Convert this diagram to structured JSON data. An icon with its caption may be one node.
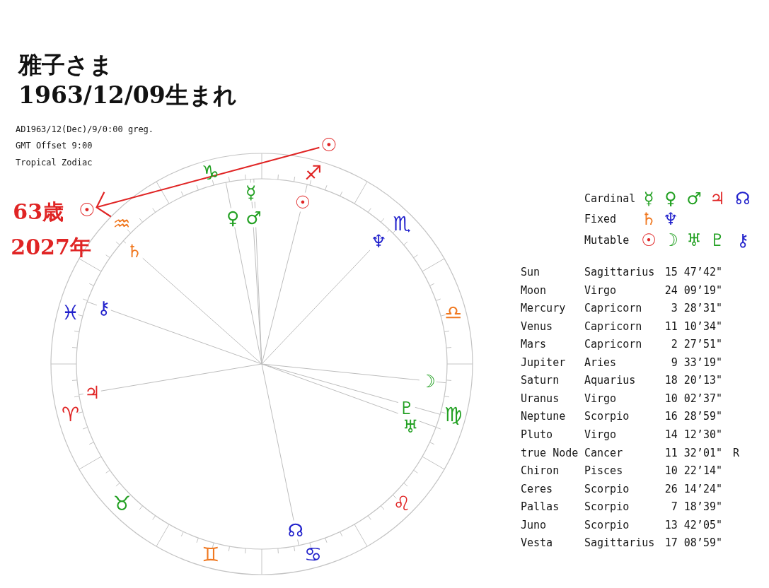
{
  "diagram": {
    "title": "雅子さま",
    "nodes": [
      {
        "text": [
          "☉"
        ]
      },
      {
        "text": [
          "☉"
        ],
        "beside": [
          "63歳",
          "2027年"
        ]
      }
    ],
    "edges": [
      {
        "from": 0,
        "to": 1,
        "arrow": "to",
        "color": "#e02424"
      }
    ],
    "labels": [
      "1963/12/09生まれ",
      "AD1963/12(Dec)/9/0:00 greg.",
      "GMT Offset 9:00",
      "Tropical Zodiac",
      "♑",
      "♐",
      "☿",
      "☉",
      "♒",
      "♀",
      "♂",
      "♏",
      "♄",
      "♆",
      "♓",
      "⚷",
      "♎",
      "♃",
      "☽",
      "♈",
      "♇",
      "♅",
      "♍",
      "♉",
      "♌",
      "☊",
      "♊",
      "♋",
      "Cardinal",
      "☿",
      "♀",
      "♂",
      "♃",
      "☊",
      "Fixed",
      "♄",
      "♆",
      "Mutable",
      "☉",
      "☽",
      "♅",
      "♇",
      "⚷",
      "Sun",
      "Sagittarius",
      "15 47’42\"",
      "Moon",
      "Virgo",
      "24 09’19\"",
      "Mercury",
      "Capricorn",
      "3 28’31\"",
      "Venus",
      "Capricorn",
      "11 10’34\"",
      "Mars",
      "Capricorn",
      "2 27’51\"",
      "Jupiter",
      "Aries",
      "9 33’19\"",
      "Saturn",
      "Aquarius",
      "18 20’13\"",
      "Uranus",
      "Virgo",
      "10 02’37\"",
      "Neptune",
      "Scorpio",
      "16 28’59\"",
      "Pluto",
      "Virgo",
      "14 12’30\"",
      "true Node",
      "Cancer",
      "11 32’01\"",
      "R",
      "Chiron",
      "Pisces",
      "10 22’14\"",
      "Ceres",
      "Scorpio",
      "26 14’24\"",
      "Pallas",
      "Scorpio",
      "7 18’39\"",
      "Juno",
      "Scorpio",
      "13 42’05\"",
      "Vesta",
      "Sagittarius",
      "17 08’59\""
    ]
  }
}
